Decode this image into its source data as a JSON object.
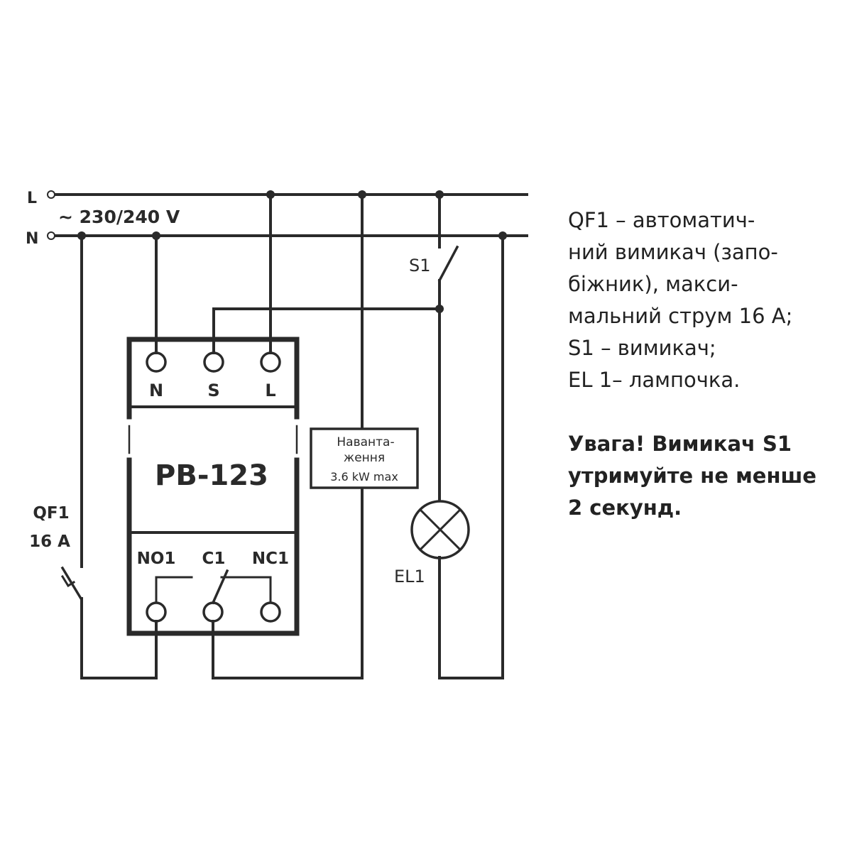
{
  "supply": {
    "l_label": "L",
    "n_label": "N",
    "voltage": "~ 230/240 V"
  },
  "device": {
    "model": "PB-123",
    "top_terminals": [
      "N",
      "S",
      "L"
    ],
    "bottom_terminals": [
      "NO1",
      "C1",
      "NC1"
    ]
  },
  "breaker": {
    "name": "QF1",
    "rating": "16 A"
  },
  "switch": {
    "name": "S1"
  },
  "lamp": {
    "name": "EL1"
  },
  "load_box": {
    "line1": "Наванта-",
    "line2": "ження",
    "line3": "3.6 kW max"
  },
  "legend": [
    "QF1 – автоматич-",
    "ний вимикач (запо-",
    "біжник),  макси-",
    "мальний струм 16 А;",
    "S1 – вимикач;",
    "EL 1– лампочка."
  ],
  "warning": [
    "Увага! Вимикач S1",
    "утримуйте не менше",
    "2 секунд."
  ],
  "colors": {
    "line": "#2a2a2a"
  }
}
